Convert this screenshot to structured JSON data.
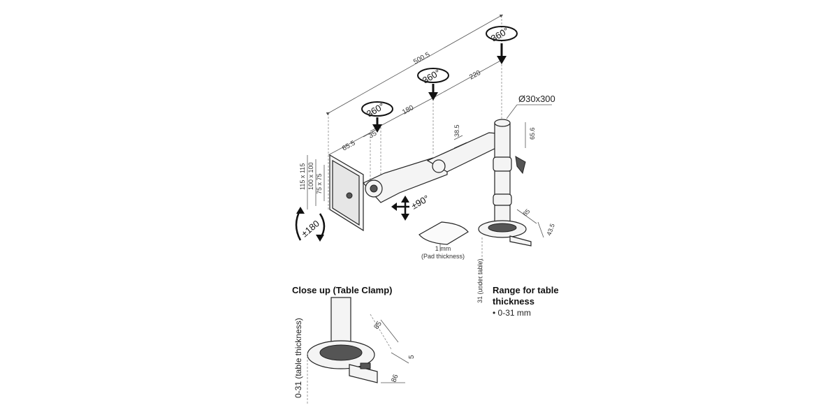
{
  "dimensions": {
    "overall": "500.5",
    "arm1": "180",
    "arm2": "220",
    "offset_a": "65.5",
    "offset_b": "35",
    "gap": "38.5",
    "pole": "Ø30x300",
    "height_top": "65.6",
    "vesa_a": "115 x 115",
    "vesa_b": "100 x 100",
    "vesa_c": "75 x 75",
    "clamp_depth": "85",
    "clamp_side": "43.5",
    "thickness_range": "31 (under table)"
  },
  "rotations": {
    "top": "360°",
    "middle": "360°",
    "left": "360°",
    "tilt": "±90°",
    "swivel": "±180"
  },
  "pad": {
    "line1": "1 mm",
    "line2": "(Pad thickness)"
  },
  "closeup": {
    "title": "Close up (Table Clamp)",
    "side_label": "0-31 (table thickness)",
    "dim_85": "85",
    "dim_5": "5",
    "dim_86": "86"
  },
  "range": {
    "title_line1": "Range for table",
    "title_line2": "thickness",
    "item": "• 0-31 mm"
  }
}
